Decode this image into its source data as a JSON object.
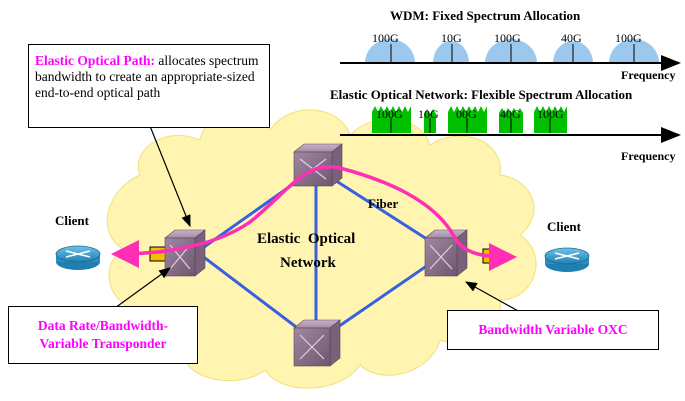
{
  "wdm": {
    "title": "WDM: Fixed Spectrum Allocation",
    "channels": [
      "100G",
      "10G",
      "100G",
      "40G",
      "100G"
    ],
    "axis_label": "Frequency"
  },
  "eon": {
    "title": "Elastic Optical Network: Flexible Spectrum Allocation",
    "channels": [
      "100G",
      "10G",
      "00G",
      "40G",
      "100G"
    ],
    "axis_label": "Frequency"
  },
  "callouts": {
    "path_title": "Elastic Optical Path:",
    "path_body": " allocates spectrum bandwidth to create an appropriate-sized end-to-end optical path",
    "transponder_line1": "Data Rate/Bandwidth-",
    "transponder_line2": "Variable Transponder",
    "oxc": "Bandwidth Variable OXC"
  },
  "labels": {
    "client_left": "Client",
    "client_right": "Client",
    "fiber": "Fiber",
    "network_line1": "Elastic  Optical",
    "network_line2": "Network"
  },
  "colors": {
    "cloud": "#fff5b0",
    "link": "#3a5fe0",
    "path": "#ff2eb4",
    "oxc": "#9b7e9b",
    "wdm_channel": "#9cc8ee",
    "eon_channel": "#00c000",
    "router": "#2a8fc0",
    "transponder": "#f0c000"
  }
}
